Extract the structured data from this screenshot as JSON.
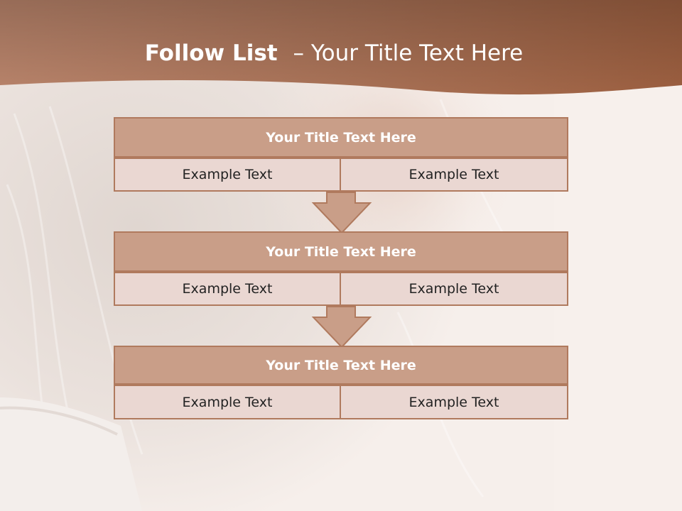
{
  "header": {
    "title_bold": "Follow List",
    "title_rest": "– Your Title Text Here"
  },
  "blocks": [
    {
      "title": "Your Title Text Here",
      "left_text": "Example Text",
      "right_text": "Example Text"
    },
    {
      "title": "Your Title Text Here",
      "left_text": "Example Text",
      "right_text": "Example Text"
    },
    {
      "title": "Your Title Text Here",
      "left_text": "Example Text",
      "right_text": "Example Text"
    }
  ],
  "colors": {
    "header_band": "#a86a4c",
    "block_title_fill": "#c99e88",
    "block_cell_fill": "#ead7d2",
    "border": "#b07a5e"
  }
}
